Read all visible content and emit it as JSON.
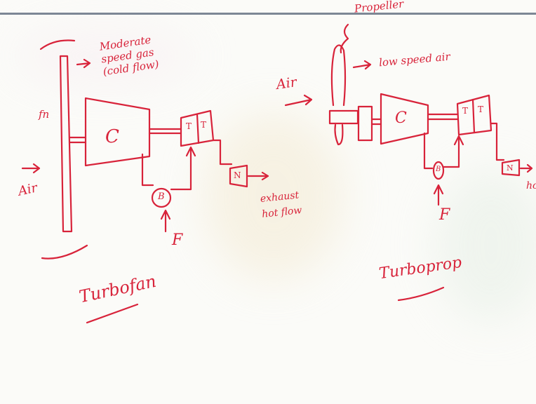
{
  "ink_color": "#d8233a",
  "board_line_color": "#6f7a8a",
  "turbofan": {
    "label_title": "Turbofan",
    "label_fan": "fn",
    "label_air": "Air",
    "label_bypass": "Moderate\nspeed gas\n(cold flow)",
    "component_compressor": "C",
    "component_turbine_1": "T",
    "component_turbine_2": "T",
    "component_burner": "B",
    "component_nozzle": "N",
    "label_fuel": "F",
    "label_exhaust": "exhaust\nhot flow"
  },
  "turboprop": {
    "label_title": "Turboprop",
    "label_propeller": "Propeller",
    "label_air": "Air",
    "label_low_speed": "low speed air",
    "component_compressor": "C",
    "component_turbine_1": "T",
    "component_turbine_2": "T",
    "component_burner": "B",
    "component_nozzle": "N",
    "label_fuel": "F",
    "label_exhaust_partial": "ho"
  }
}
